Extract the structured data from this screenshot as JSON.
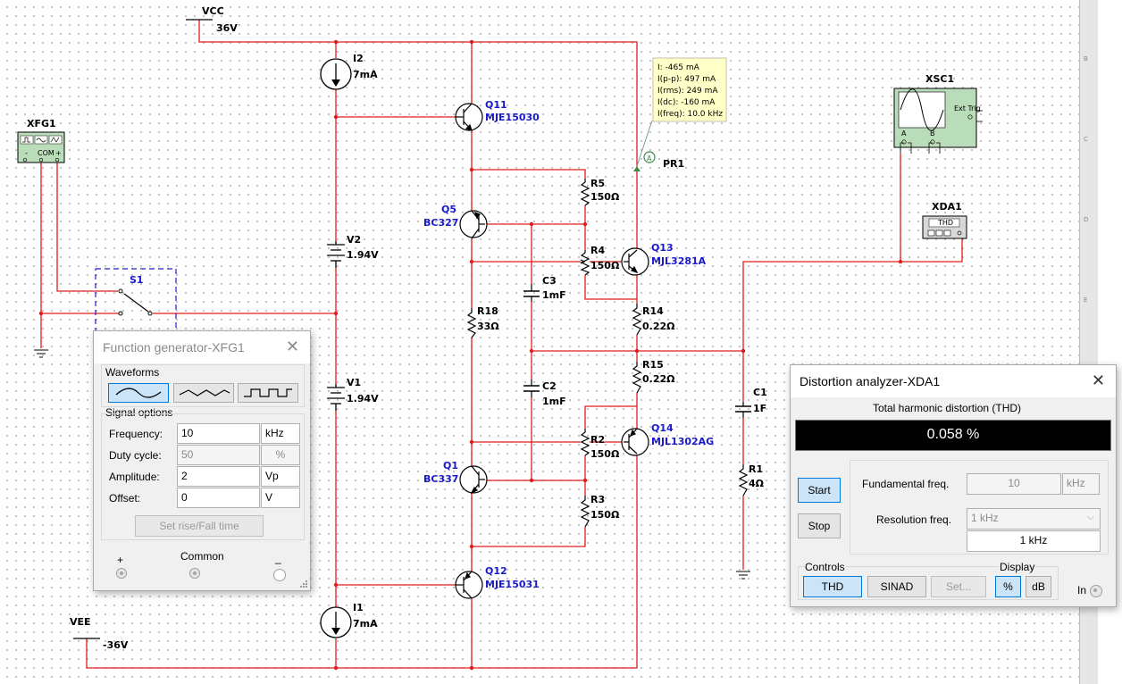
{
  "schematic": {
    "vcc": {
      "name": "VCC",
      "value": "36V"
    },
    "vee": {
      "name": "VEE",
      "value": "-36V"
    },
    "sources": [
      {
        "ref": "I2",
        "value": "7mA"
      },
      {
        "ref": "I1",
        "value": "7mA"
      },
      {
        "ref": "V2",
        "value": "1.94V"
      },
      {
        "ref": "V1",
        "value": "1.94V"
      }
    ],
    "transistors": [
      {
        "ref": "Q11",
        "model": "MJE15030"
      },
      {
        "ref": "Q5",
        "model": "BC327"
      },
      {
        "ref": "Q13",
        "model": "MJL3281A"
      },
      {
        "ref": "Q14",
        "model": "MJL1302AG"
      },
      {
        "ref": "Q1",
        "model": "BC337"
      },
      {
        "ref": "Q12",
        "model": "MJE15031"
      }
    ],
    "resistors": [
      {
        "ref": "R5",
        "value": "150Ω"
      },
      {
        "ref": "R4",
        "value": "150Ω"
      },
      {
        "ref": "R14",
        "value": "0.22Ω"
      },
      {
        "ref": "R15",
        "value": "0.22Ω"
      },
      {
        "ref": "R2",
        "value": "150Ω"
      },
      {
        "ref": "R3",
        "value": "150Ω"
      },
      {
        "ref": "R18",
        "value": "33Ω"
      },
      {
        "ref": "R1",
        "value": "4Ω"
      }
    ],
    "capacitors": [
      {
        "ref": "C3",
        "value": "1mF"
      },
      {
        "ref": "C2",
        "value": "1mF"
      },
      {
        "ref": "C1",
        "value": "1F"
      }
    ],
    "switch": "S1",
    "probe": "PR1",
    "probe_icon_letter": "A",
    "probe_tooltip": [
      "I: -465 mA",
      "I(p-p): 497 mA",
      "I(rms): 249 mA",
      "I(dc): -160 mA",
      "I(freq): 10.0 kHz"
    ],
    "instruments": {
      "xfg": "XFG1",
      "xfg_pins": [
        "+",
        "COM",
        "-"
      ],
      "xsc": "XSC1",
      "xsc_ext_trig": "Ext Trig",
      "xsc_channels": [
        "A",
        "B"
      ],
      "xda": "XDA1",
      "xda_label": "THD"
    }
  },
  "ruler_marks": [
    "B",
    "C",
    "D",
    "E"
  ],
  "function_generator": {
    "title": "Function generator-XFG1",
    "waveforms_label": "Waveforms",
    "waveforms": [
      "sine-wave",
      "triangle-wave",
      "square-wave"
    ],
    "selected_waveform": "sine-wave",
    "signal_options_label": "Signal options",
    "fields": [
      {
        "label": "Frequency:",
        "value": "10",
        "unit": "kHz",
        "enabled": true
      },
      {
        "label": "Duty cycle:",
        "value": "50",
        "unit": "%",
        "enabled": false
      },
      {
        "label": "Amplitude:",
        "value": "2",
        "unit": "Vp",
        "enabled": true
      },
      {
        "label": "Offset:",
        "value": "0",
        "unit": "V",
        "enabled": true
      }
    ],
    "rise_fall_button": "Set rise/Fall time",
    "plus_label": "+",
    "common_label": "Common",
    "minus_label": "_"
  },
  "distortion_analyzer": {
    "title": "Distortion analyzer-XDA1",
    "display_title": "Total harmonic distortion (THD)",
    "reading": "0.058 %",
    "start_label": "Start",
    "stop_label": "Stop",
    "fundamental_label": "Fundamental freq.",
    "fundamental_value": "10",
    "fundamental_unit": "kHz",
    "resolution_label": "Resolution freq.",
    "resolution_select": "1 kHz",
    "resolution_value": "1 kHz",
    "controls_label": "Controls",
    "thd_button": "THD",
    "sinad_button": "SINAD",
    "set_button": "Set...",
    "display_label": "Display",
    "percent_button": "%",
    "db_button": "dB",
    "in_label": "In"
  },
  "colors": {
    "wire": "#e01c1c",
    "component": "#1a1acc",
    "display_bg": "#000000",
    "display_text": "#ffffff",
    "tooltip_bg": "#ffffc8",
    "selected_button": "#cce4f7"
  }
}
